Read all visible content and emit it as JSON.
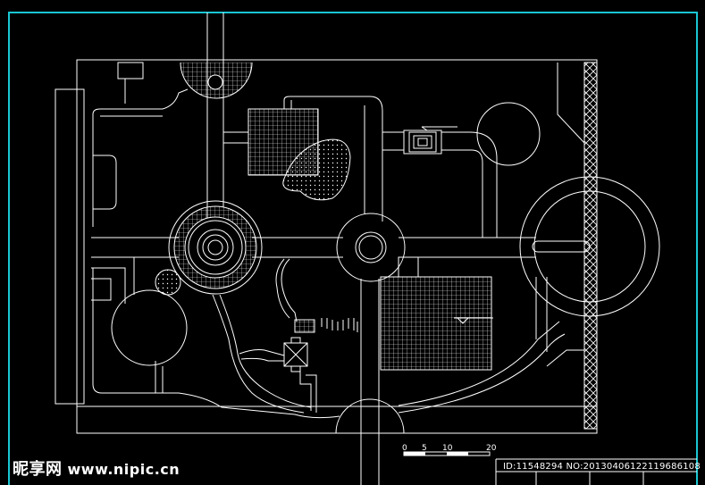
{
  "drawing": {
    "frame_color": "#19c6d2",
    "line_color": "#ffffff",
    "background": "#000000",
    "scale_bar": {
      "ticks": [
        "0",
        "5",
        "10",
        "20"
      ]
    }
  },
  "watermark": {
    "site_cn": "昵享网",
    "url": "www.nipic.cn",
    "id_text": "ID:11548294 NO:20130406122119686108"
  }
}
